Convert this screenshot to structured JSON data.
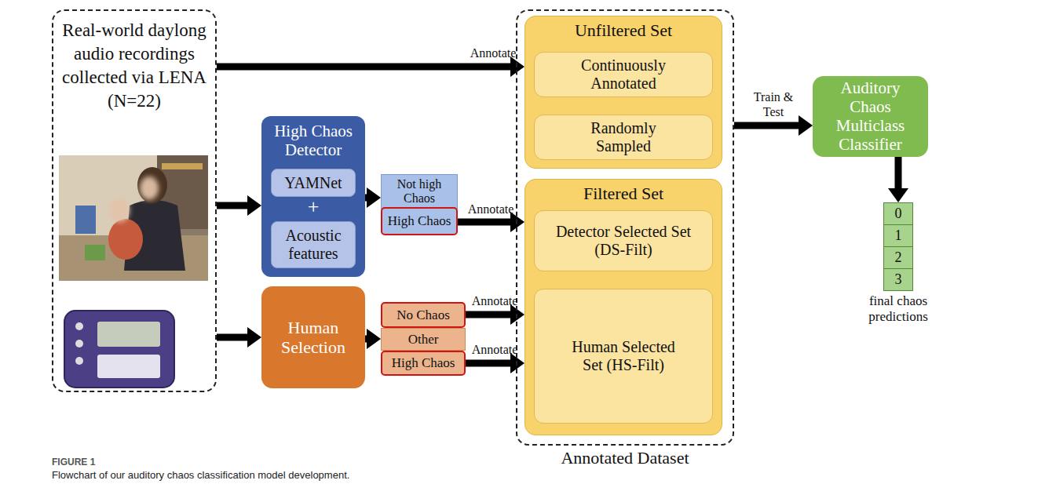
{
  "diagram": {
    "caption": "Flowchart of our auditory chaos classification model development.",
    "nodes": [
      {
        "text": [
          "Real-world daylong audio recordings collected via LENA (N=22)"
        ]
      },
      {
        "text": [
          "High Chaos Detector",
          "+"
        ]
      },
      {
        "text": [
          "YAMNet"
        ],
        "in": 1
      },
      {
        "text": [
          "Acoustic features"
        ],
        "in": 1
      },
      {
        "text": [
          "Not high Chaos"
        ]
      },
      {
        "text": [
          "High Chaos"
        ]
      },
      {
        "text": [
          "Human Selection"
        ]
      },
      {
        "text": [
          "No Chaos"
        ]
      },
      {
        "text": [
          "Other"
        ]
      },
      {
        "text": [
          "High Chaos"
        ]
      },
      {
        "text": [
          "Annotated Dataset"
        ]
      },
      {
        "text": [
          "Unfiltered Set"
        ],
        "in": 10
      },
      {
        "text": [
          "Continuously Annotated"
        ],
        "in": 11
      },
      {
        "text": [
          "Randomly Sampled"
        ],
        "in": 11
      },
      {
        "text": [
          "Filtered Set"
        ],
        "in": 10
      },
      {
        "text": [
          "Detector Selected Set (DS-Filt)"
        ],
        "in": 14
      },
      {
        "text": [
          "Human Selected Set (HS-Filt)"
        ],
        "in": 14
      },
      {
        "text": [
          "Auditory Chaos Multiclass Classifier"
        ]
      },
      {
        "text": [
          "0"
        ]
      },
      {
        "text": [
          "1"
        ]
      },
      {
        "text": [
          "2"
        ]
      },
      {
        "text": [
          "3"
        ]
      }
    ],
    "edges": [
      {
        "from": 0,
        "to": 11,
        "label": "Annotate",
        "arrow": "to"
      },
      {
        "from": 0,
        "to": 1,
        "arrow": "to"
      },
      {
        "from": 1,
        "to": 4,
        "arrow": "to"
      },
      {
        "from": 5,
        "to": 15,
        "label": "Annotate",
        "arrow": "to"
      },
      {
        "from": 0,
        "to": 6,
        "arrow": "to"
      },
      {
        "from": 6,
        "to": 8,
        "arrow": "to"
      },
      {
        "from": 7,
        "to": 16,
        "label": "Annotate",
        "arrow": "to"
      },
      {
        "from": 9,
        "to": 16,
        "label": "Annotate",
        "arrow": "to"
      },
      {
        "from": 10,
        "to": 17,
        "label": "Train & Test",
        "arrow": "to"
      },
      {
        "from": 17,
        "to": 18,
        "arrow": "to"
      }
    ],
    "labels": [
      "final chaos predictions",
      "FIGURE 1"
    ]
  }
}
